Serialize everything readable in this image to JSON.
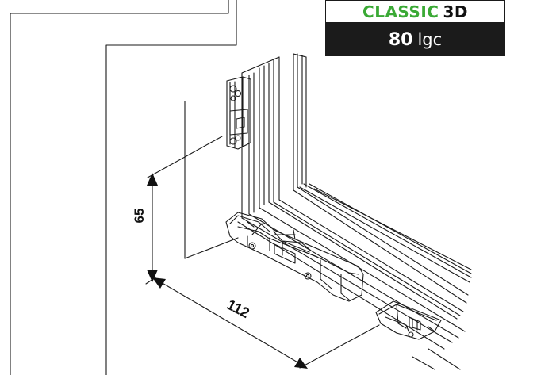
{
  "badge": {
    "brand_green": "CLASSIC",
    "brand_black": "3D",
    "model_number": "80",
    "model_unit": "lgc",
    "colors": {
      "green": "#3aa935",
      "dark": "#1b1b1b"
    }
  },
  "dimensions": {
    "vertical": "65",
    "horizontal": "112"
  }
}
